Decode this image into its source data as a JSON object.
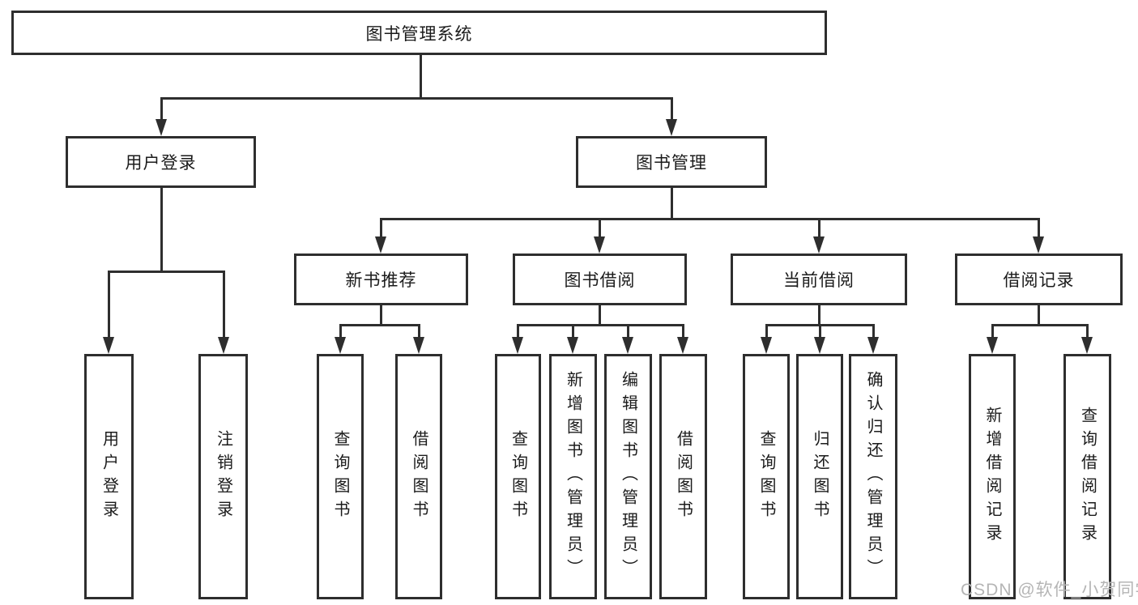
{
  "diagram": {
    "root": {
      "label": "图书管理系统"
    },
    "level2": [
      {
        "label": "用户登录"
      },
      {
        "label": "图书管理"
      }
    ],
    "level3": [
      {
        "label": "新书推荐"
      },
      {
        "label": "图书借阅"
      },
      {
        "label": "当前借阅"
      },
      {
        "label": "借阅记录"
      }
    ],
    "leaves": [
      {
        "label": "用户登录"
      },
      {
        "label": "注销登录"
      },
      {
        "label": "查询图书"
      },
      {
        "label": "借阅图书"
      },
      {
        "label": "查询图书"
      },
      {
        "label": "新增图书（管理员）"
      },
      {
        "label": "编辑图书（管理员）"
      },
      {
        "label": "借阅图书"
      },
      {
        "label": "查询图书"
      },
      {
        "label": "归还图书"
      },
      {
        "label": "确认归还（管理员）"
      },
      {
        "label": "新增借阅记录"
      },
      {
        "label": "查询借阅记录"
      }
    ]
  },
  "watermark": {
    "text": "CSDN @软件_小贺同学"
  },
  "colors": {
    "line": "#2e2e2e",
    "text": "#1b1b1b",
    "background": "#ffffff",
    "watermark": "#b5b5b5"
  }
}
